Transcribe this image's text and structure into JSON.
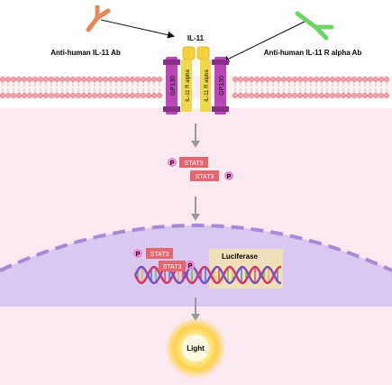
{
  "antibodies": {
    "left_label": "Anti-human IL-11 Ab",
    "right_label": "Anti-human IL-11 R alpha  Ab",
    "left_color": "#e8875a",
    "right_color": "#6ed36a"
  },
  "ligand": {
    "label": "IL-11",
    "color": "#f4d23c"
  },
  "receptor": {
    "gp130_label": "GP130",
    "alpha_label": "IL-11 R alpha",
    "gp130_color": "#b947b8",
    "alpha_color": "#f0d84a"
  },
  "signaling": {
    "stat_label": "STAT3",
    "phospho_label": "P",
    "stat_color": "#e46670",
    "phospho_color": "#e986cf"
  },
  "nucleus": {
    "reporter_label": "Luciferase",
    "color": "#d7c6ef",
    "reporter_box_color": "#f2e2b3"
  },
  "output": {
    "label": "Light"
  },
  "colors": {
    "cytoplasm": "#fbe9f1",
    "membrane_head": "#f2a1aa",
    "arrow": "#9a9a9a"
  }
}
